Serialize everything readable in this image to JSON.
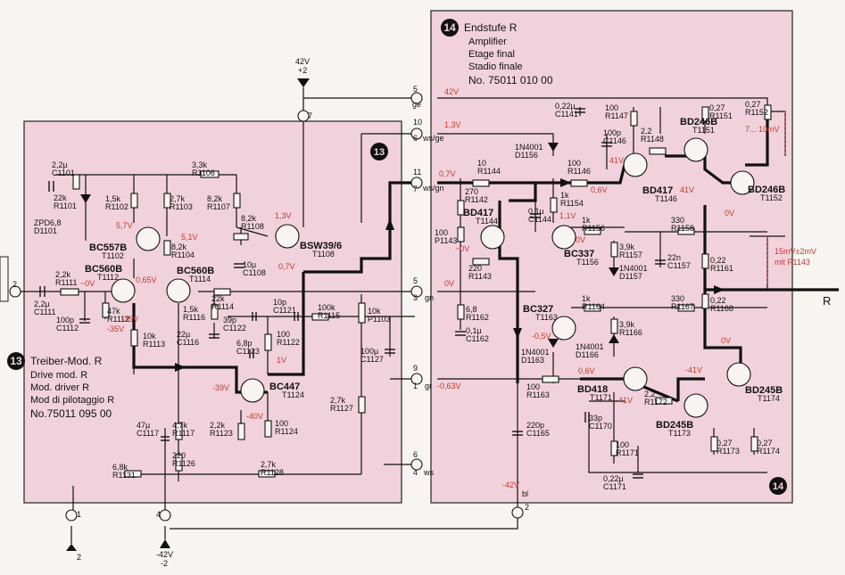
{
  "right_module": {
    "number": "14",
    "title_lines": [
      "Endstufe R",
      "Amplifier",
      "Etage final",
      "Stadio finale",
      "No. 75011 010 00"
    ]
  },
  "left_module": {
    "number": "13",
    "title_lines": [
      "Treiber-Mod. R",
      "Drive mod. R",
      "Mod. driver R",
      "Mod di pilotaggio R",
      "No.75011 095 00"
    ]
  },
  "module_badges": {
    "left_inner": "13",
    "right_bottom": "14"
  },
  "supply": {
    "top": "42V",
    "top_pin": "+2",
    "bottom": "-42V",
    "bottom_pin": "-2"
  },
  "output_label": "R",
  "connectors": [
    {
      "pin_top": "5",
      "pin_bottom": "ge",
      "net": "42V"
    },
    {
      "pin_top": "10",
      "pin_bottom": "6",
      "code": "ws/ge",
      "net": "1,3V"
    },
    {
      "pin_top": "11",
      "pin_bottom": "7",
      "code": "ws/gn",
      "net": "0,7V"
    },
    {
      "pin_top": "5",
      "pin_bottom": "3",
      "code": "gn",
      "net": "0V"
    },
    {
      "pin_top": "9",
      "pin_bottom": "1",
      "code": "gr",
      "net": "-0,63V"
    },
    {
      "pin_top": "6",
      "pin_bottom": "4",
      "code": "ws"
    },
    {
      "pin_top": "2",
      "code": "bl",
      "net": "-42V"
    },
    {
      "pin_top": "7"
    },
    {
      "pin_top": "4"
    },
    {
      "pin_top": "1",
      "pin_bottom": "2"
    },
    {
      "pin_top": "2"
    }
  ],
  "left_components": [
    {
      "id": "c1101",
      "ref": "C1101",
      "value": "2,2µ"
    },
    {
      "id": "r1101",
      "ref": "R1101",
      "value": "22k"
    },
    {
      "id": "d1101",
      "ref": "D1101",
      "value": "ZPD6,8"
    },
    {
      "id": "r1102",
      "ref": "R1102",
      "value": "1,5k"
    },
    {
      "id": "r1103",
      "ref": "R1103",
      "value": "2,7k"
    },
    {
      "id": "r1106",
      "ref": "R1106",
      "value": "3,3k"
    },
    {
      "id": "r1107",
      "ref": "R1107",
      "value": "8,2k"
    },
    {
      "id": "r1104",
      "ref": "R1104",
      "value": "8,2k"
    },
    {
      "id": "r1108",
      "ref": "R1108",
      "value": "8,2k"
    },
    {
      "id": "c1108",
      "ref": "C1108",
      "value": "10µ"
    },
    {
      "id": "r1111",
      "ref": "R1111",
      "value": "2,2k"
    },
    {
      "id": "c1111",
      "ref": "C1111",
      "value": "2,2µ"
    },
    {
      "id": "c1112",
      "ref": "C1112",
      "value": "100p"
    },
    {
      "id": "r1112",
      "ref": "R1112",
      "value": "47k"
    },
    {
      "id": "r1113",
      "ref": "R1113",
      "value": "10k"
    },
    {
      "id": "r1116",
      "ref": "R1116",
      "value": "1,5k"
    },
    {
      "id": "c1116",
      "ref": "C1116",
      "value": "22µ"
    },
    {
      "id": "r1114",
      "ref": "R1114",
      "value": "22k"
    },
    {
      "id": "c1122",
      "ref": "C1122",
      "value": "39p"
    },
    {
      "id": "c1121",
      "ref": "C1121",
      "value": "10p"
    },
    {
      "id": "c1123",
      "ref": "C1123",
      "value": "6,8p"
    },
    {
      "id": "r1122",
      "ref": "R1122",
      "value": "100"
    },
    {
      "id": "r1115",
      "ref": "R1115",
      "value": "100k"
    },
    {
      "id": "p1103",
      "ref": "P1103",
      "value": "10k"
    },
    {
      "id": "c1127",
      "ref": "C1127",
      "value": "100µ"
    },
    {
      "id": "r1127",
      "ref": "R1127",
      "value": "2,7k"
    },
    {
      "id": "c1117",
      "ref": "C1117",
      "value": "47µ"
    },
    {
      "id": "r1117",
      "ref": "R1117",
      "value": "4,7k"
    },
    {
      "id": "r1123",
      "ref": "R1123",
      "value": "2,2k"
    },
    {
      "id": "r1124",
      "ref": "R1124",
      "value": "100"
    },
    {
      "id": "r1131",
      "ref": "R1131",
      "value": "6,8k"
    },
    {
      "id": "r1126",
      "ref": "R1126",
      "value": "220"
    },
    {
      "id": "r1128",
      "ref": "R1128",
      "value": "2,7k"
    }
  ],
  "left_transistors": [
    {
      "id": "t1102",
      "ref": "T1102",
      "type": "BC557B"
    },
    {
      "id": "t1112",
      "ref": "T1112",
      "type": "BC560B"
    },
    {
      "id": "t1114",
      "ref": "T1114",
      "type": "BC560B"
    },
    {
      "id": "t1108",
      "ref": "T1108",
      "type": "BSW39/6"
    },
    {
      "id": "t1124",
      "ref": "T1124",
      "type": "BC447"
    }
  ],
  "left_voltages": [
    "5,7V",
    "5,1V",
    "1,3V",
    "0,7V",
    "0,65V",
    "~0V",
    "-35V",
    "-35V",
    "1V",
    "-39V",
    "-40V"
  ],
  "right_components": [
    {
      "id": "c1141",
      "ref": "C1141",
      "value": "0,22µ"
    },
    {
      "id": "r1147",
      "ref": "R1147",
      "value": "100"
    },
    {
      "id": "r1151",
      "ref": "R1151",
      "value": "0,27"
    },
    {
      "id": "r1152",
      "ref": "R1152",
      "value": "0,27"
    },
    {
      "id": "c1146",
      "ref": "C1146",
      "value": "100p"
    },
    {
      "id": "r1148",
      "ref": "R1148",
      "value": "2,2"
    },
    {
      "id": "d1156",
      "ref": "D1156",
      "value": "1N4001"
    },
    {
      "id": "r1144",
      "ref": "R1144",
      "value": "10"
    },
    {
      "id": "r1146",
      "ref": "R1146",
      "value": "100"
    },
    {
      "id": "r1142",
      "ref": "R1142",
      "value": "270"
    },
    {
      "id": "p1143",
      "ref": "P1143",
      "value": "100"
    },
    {
      "id": "r1143",
      "ref": "R1143",
      "value": "220"
    },
    {
      "id": "c1144",
      "ref": "C1144",
      "value": "0,1µ"
    },
    {
      "id": "r1154",
      "ref": "R1154",
      "value": "1k"
    },
    {
      "id": "r1156",
      "ref": "R1156",
      "value": "1k"
    },
    {
      "id": "r1158",
      "ref": "R1158",
      "value": "330"
    },
    {
      "id": "r1157",
      "ref": "R1157",
      "value": "3,9k"
    },
    {
      "id": "d1157",
      "ref": "D1157",
      "value": "1N4001"
    },
    {
      "id": "c1157",
      "ref": "C1157",
      "value": "22n"
    },
    {
      "id": "r1161",
      "ref": "R1161",
      "value": "0,22"
    },
    {
      "id": "r1168",
      "ref": "R1168",
      "value": "0,22"
    },
    {
      "id": "r1162",
      "ref": "R1162",
      "value": "6,8"
    },
    {
      "id": "c1162",
      "ref": "C1162",
      "value": "0,1µ"
    },
    {
      "id": "r1164",
      "ref": "R1164",
      "value": "1k"
    },
    {
      "id": "r1167",
      "ref": "R1167",
      "value": "330"
    },
    {
      "id": "r1166",
      "ref": "R1166",
      "value": "3,9k"
    },
    {
      "id": "d1163",
      "ref": "D1163",
      "value": "1N4001"
    },
    {
      "id": "d1166",
      "ref": "D1166",
      "value": "1N4001"
    },
    {
      "id": "r1163",
      "ref": "R1163",
      "value": "100"
    },
    {
      "id": "r1172",
      "ref": "R1172",
      "value": "2,2"
    },
    {
      "id": "c1170",
      "ref": "C1170",
      "value": "33p"
    },
    {
      "id": "c1165",
      "ref": "C1165",
      "value": "220p"
    },
    {
      "id": "r1171",
      "ref": "R1171",
      "value": "100"
    },
    {
      "id": "c1171",
      "ref": "C1171",
      "value": "0,22µ"
    },
    {
      "id": "r1173",
      "ref": "R1173",
      "value": "0,27"
    },
    {
      "id": "r1174",
      "ref": "R1174",
      "value": "0,27"
    }
  ],
  "right_transistors": [
    {
      "id": "t1151",
      "ref": "T1151",
      "type": "BD246B"
    },
    {
      "id": "t1152",
      "ref": "T1152",
      "type": "BD246B"
    },
    {
      "id": "t1146",
      "ref": "T1146",
      "type": "BD417"
    },
    {
      "id": "t1144",
      "ref": "T1144",
      "type": "BD417"
    },
    {
      "id": "t1156",
      "ref": "T1156",
      "type": "BC337"
    },
    {
      "id": "t1163",
      "ref": "T1163",
      "type": "BC327"
    },
    {
      "id": "t1171",
      "ref": "T1171",
      "type": "BD418"
    },
    {
      "id": "t1173",
      "ref": "T1173",
      "type": "BD245B"
    },
    {
      "id": "t1174",
      "ref": "T1174",
      "type": "BD245B"
    }
  ],
  "right_voltages": [
    "41V",
    "41V",
    "0V",
    "0,6V",
    "1,1V",
    "~0V",
    "0V",
    "-0,5V",
    "0,6V",
    "-41V",
    "-41V",
    "0V"
  ],
  "annotations": [
    "7... 10mV",
    "15mV±2mV",
    "mit P1143"
  ]
}
